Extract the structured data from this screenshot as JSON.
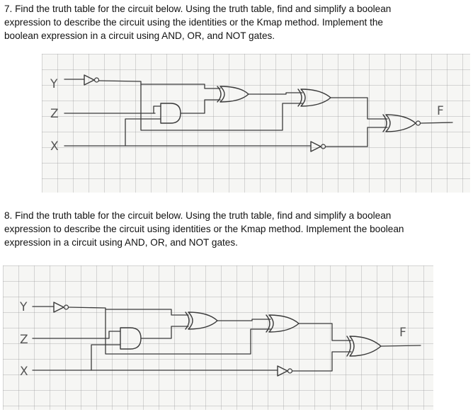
{
  "problems": [
    {
      "line1": "7.  Find the truth table for the circuit below.  Using the truth table, find and simplify a boolean",
      "line2": "expression to describe the circuit using the identities or the Kmap method.  Implement the",
      "line3": "boolean expression in a circuit using AND, OR, and NOT gates."
    },
    {
      "line1": "8. Find the truth table for the circuit below.  Using the truth table, find and simplify a boolean",
      "line2": "expression to describe the circuit using identities or the Kmap method.  Implement the boolean",
      "line3": "expression in a circuit using AND, OR, and NOT gates."
    }
  ],
  "circuit7": {
    "inputs": [
      "Y",
      "Z",
      "X"
    ],
    "output": "F",
    "gates": [
      "not-gate",
      "and-gate",
      "or-gate",
      "or-gate",
      "not-gate",
      "nor-gate"
    ]
  },
  "circuit8": {
    "inputs": [
      "Y",
      "Z",
      "X"
    ],
    "output": "F",
    "gates": [
      "not-gate",
      "and-gate",
      "or-gate",
      "or-gate",
      "not-gate",
      "or-gate"
    ]
  }
}
